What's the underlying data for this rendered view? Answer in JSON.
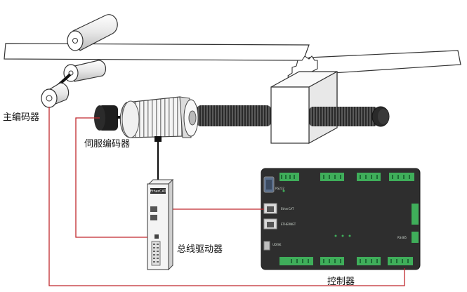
{
  "labels": {
    "main_encoder": "主编码器",
    "servo_encoder": "伺服编码器",
    "bus_drive": "总线驱动器",
    "controller": "控制器"
  },
  "drive": {
    "badge": "EtherCAT"
  },
  "controller_panel": {
    "port_vga": "RS232",
    "port_ethercat": "EtherCAT",
    "port_ethernet": "ETHERNET",
    "port_udisk": "UDISK",
    "port_rs485": "RS485"
  },
  "colors": {
    "wire": "#c0282d",
    "controller_body": "#2e2e2e",
    "terminal": "#3fae5a",
    "outline": "#333333",
    "motor_dark": "#1e1e1e"
  },
  "icons": [
    "motor-icon",
    "encoder-icon",
    "leadscrew-icon",
    "gear-icon",
    "drive-icon",
    "controller-icon"
  ]
}
